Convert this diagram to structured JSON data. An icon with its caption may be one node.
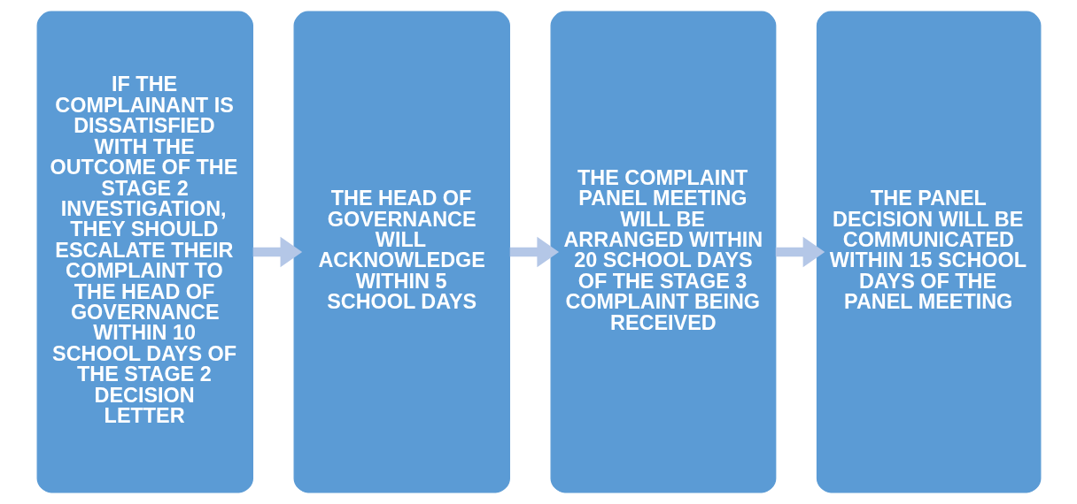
{
  "diagram": {
    "nodes": [
      {
        "text": [
          "IF THE COMPLAINANT IS DISSATISFIED WITH THE OUTCOME OF THE STAGE 2 INVESTIGATION, THEY SHOULD ESCALATE THEIR COMPLAINT TO THE HEAD OF GOVERNANCE WITHIN 10 SCHOOL DAYS OF THE STAGE 2 DECISION LETTER"
        ]
      },
      {
        "text": [
          "THE HEAD OF GOVERNANCE WILL ACKNOWLEDGE WITHIN 5 SCHOOL DAYS"
        ]
      },
      {
        "text": [
          "THE COMPLAINT PANEL MEETING WILL BE ARRANGED WITHIN 20 SCHOOL DAYS OF THE STAGE 3 COMPLAINT BEING RECEIVED"
        ]
      },
      {
        "text": [
          "THE PANEL DECISION WILL BE COMMUNICATED WITHIN 15 SCHOOL DAYS OF THE PANEL MEETING"
        ]
      }
    ],
    "edges": [
      {
        "from": 0,
        "to": 1,
        "arrow": "to"
      },
      {
        "from": 1,
        "to": 2,
        "arrow": "to"
      },
      {
        "from": 2,
        "to": 3,
        "arrow": "to"
      }
    ]
  }
}
